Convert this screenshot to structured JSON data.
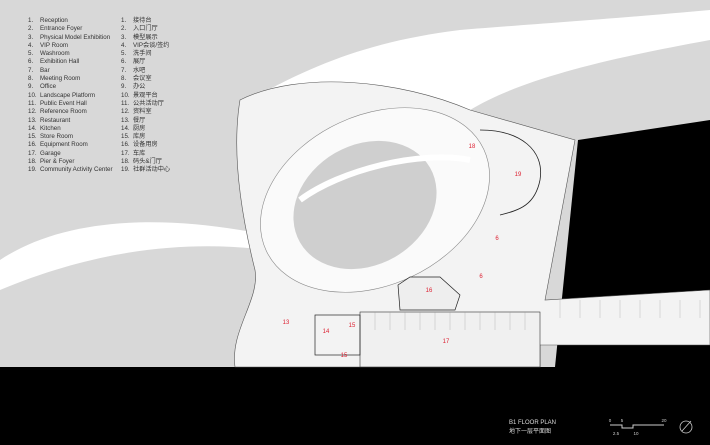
{
  "legend": [
    {
      "num": "1.",
      "en": "Reception",
      "zh": "接待台"
    },
    {
      "num": "2.",
      "en": "Entrance Foyer",
      "zh": "入口门厅"
    },
    {
      "num": "3.",
      "en": "Physical Model Exhibition",
      "zh": "模型展示"
    },
    {
      "num": "4.",
      "en": "VIP Room",
      "zh": "VIP会谈/签约"
    },
    {
      "num": "5.",
      "en": "Washroom",
      "zh": "洗手间"
    },
    {
      "num": "6.",
      "en": "Exhibition Hall",
      "zh": "展厅"
    },
    {
      "num": "7.",
      "en": "Bar",
      "zh": "水吧"
    },
    {
      "num": "8.",
      "en": "Meeting Room",
      "zh": "会议室"
    },
    {
      "num": "9.",
      "en": "Office",
      "zh": "办公"
    },
    {
      "num": "10.",
      "en": "Landscape Platform",
      "zh": "景观平台"
    },
    {
      "num": "11.",
      "en": "Public Event Hall",
      "zh": "公共活动厅"
    },
    {
      "num": "12.",
      "en": "Reference Room",
      "zh": "资料室"
    },
    {
      "num": "13.",
      "en": "Restaurant",
      "zh": "餐厅"
    },
    {
      "num": "14.",
      "en": "Kitchen",
      "zh": "厨房"
    },
    {
      "num": "15.",
      "en": "Store Room",
      "zh": "库房"
    },
    {
      "num": "16.",
      "en": "Equipment Room",
      "zh": "设备用房"
    },
    {
      "num": "17.",
      "en": "Garage",
      "zh": "车库"
    },
    {
      "num": "18.",
      "en": "Pier & Foyer",
      "zh": "码头&门厅"
    },
    {
      "num": "19.",
      "en": "Community Activity Center",
      "zh": "社群活动中心"
    }
  ],
  "rooms": [
    "18",
    "19",
    "6",
    "6",
    "16",
    "13",
    "14",
    "15",
    "17",
    "15"
  ],
  "title": {
    "en": "B1 FLOOR PLAN",
    "zh": "地下一层平面图"
  },
  "scale": {
    "top": [
      "0",
      "5",
      "20"
    ],
    "bottom": [
      "2.5",
      "10"
    ]
  },
  "colors": {
    "room_label": "#dd2233",
    "background": "#d8d8d8",
    "ground": "#000000"
  }
}
